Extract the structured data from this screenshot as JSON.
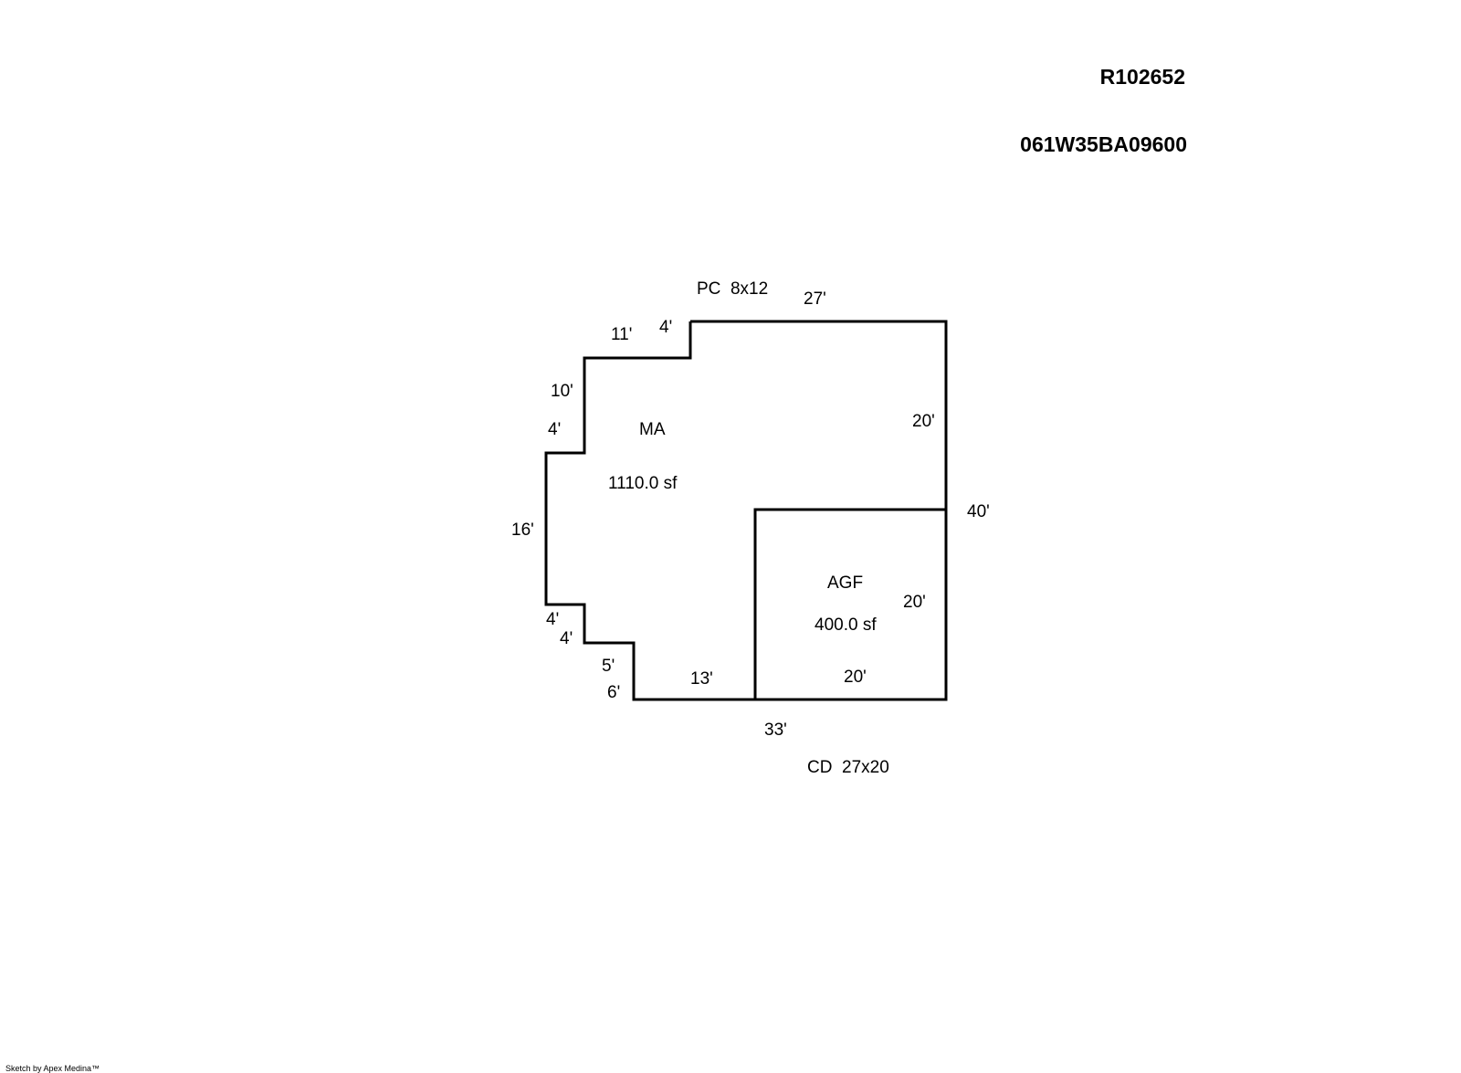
{
  "header": {
    "account_id": "R102652",
    "map_tax_lot": "061W35BA09600"
  },
  "areas": {
    "main": {
      "code": "MA",
      "area": "1110.0 sf"
    },
    "garage": {
      "code": "AGF",
      "area": "400.0 sf"
    }
  },
  "attachments": {
    "porch": "PC  8x12",
    "deck": "CD  27x20"
  },
  "dimensions": {
    "top": "27'",
    "step_top_short": "4'",
    "upper_left_horizontal": "11'",
    "upper_left_vertical": "10'",
    "left_step_upper": "4'",
    "right_upper": "20'",
    "right_total": "40'",
    "left_long": "16'",
    "left_step_lower_a": "4'",
    "left_step_lower_b": "4'",
    "lower_step_vertical": "5'",
    "lower_step_horizontal": "6'",
    "bottom_middle": "13'",
    "garage_right": "20'",
    "garage_bottom": "20'",
    "bottom_total": "33'"
  },
  "credit": "Sketch by Apex Medina™"
}
